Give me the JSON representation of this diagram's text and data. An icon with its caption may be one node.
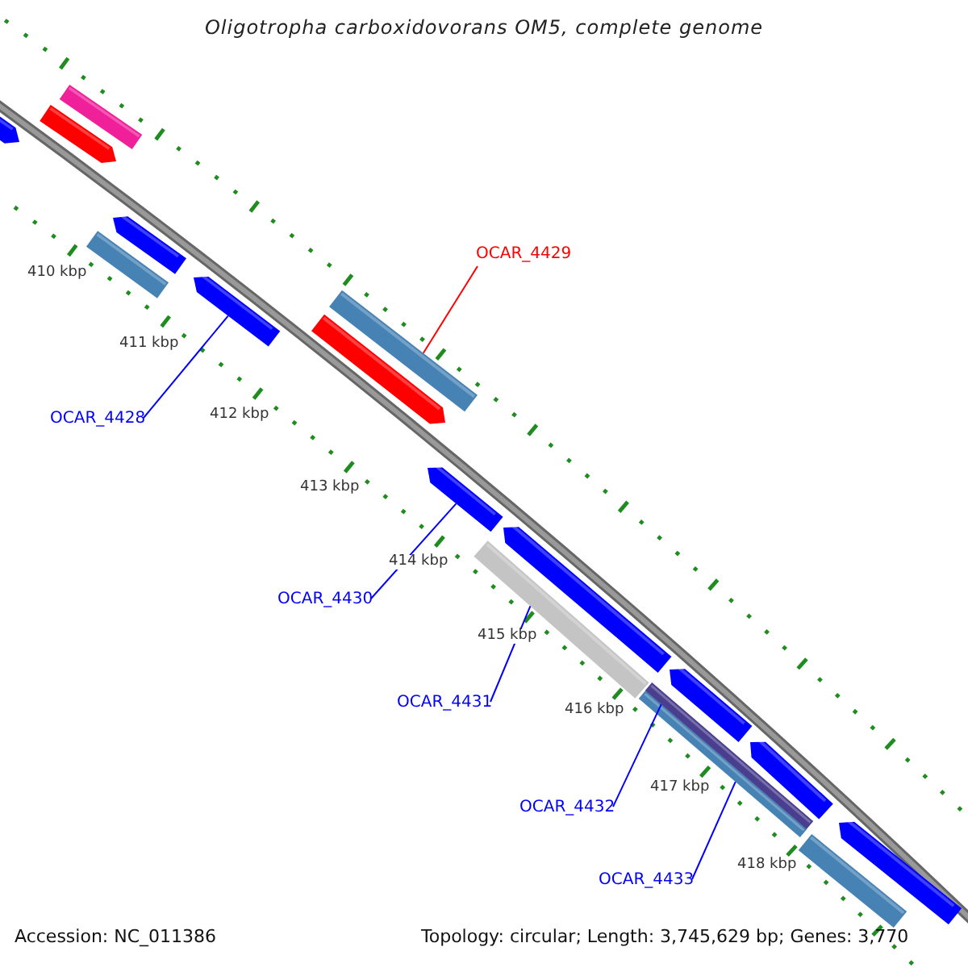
{
  "diagram": {
    "title": "Oligotropha carboxidovorans OM5, complete genome",
    "nodes": [
      {
        "text": [],
        "shape": "bar"
      },
      {
        "text": [],
        "shape": "arrow"
      },
      {
        "text": [],
        "shape": "arrow"
      },
      {
        "text": [],
        "shape": "arrow"
      },
      {
        "text": [],
        "shape": "bar"
      },
      {
        "text": [],
        "shape": "arrow"
      },
      {
        "text": [
          "OCAR_4428"
        ]
      },
      {
        "text": [
          "OCAR_4429"
        ]
      },
      {
        "text": [],
        "shape": "bar"
      },
      {
        "text": [],
        "shape": "arrow"
      },
      {
        "text": [],
        "shape": "arrow"
      },
      {
        "text": [
          "OCAR_4430"
        ]
      },
      {
        "text": [],
        "shape": "arrow"
      },
      {
        "text": [],
        "shape": "bar"
      },
      {
        "text": [
          "OCAR_4431"
        ]
      },
      {
        "text": [],
        "shape": "arrow"
      },
      {
        "text": [],
        "shape": "bar"
      },
      {
        "text": [],
        "shape": "bar"
      },
      {
        "text": [
          "OCAR_4432"
        ]
      },
      {
        "text": [],
        "shape": "arrow"
      },
      {
        "text": [
          "OCAR_4433"
        ]
      },
      {
        "text": [],
        "shape": "arrow"
      },
      {
        "text": [],
        "shape": "bar"
      }
    ],
    "edges": [
      {
        "from": 6,
        "to": 5,
        "arrow": "none"
      },
      {
        "from": 7,
        "to": 8,
        "arrow": "none",
        "color": "#ff0000"
      },
      {
        "from": 11,
        "to": 10,
        "arrow": "none"
      },
      {
        "from": 14,
        "to": 13,
        "arrow": "none"
      },
      {
        "from": 18,
        "to": 16,
        "arrow": "none"
      },
      {
        "from": 20,
        "to": 17,
        "arrow": "none"
      }
    ],
    "labels": [
      "410 kbp",
      "411 kbp",
      "412 kbp",
      "413 kbp",
      "414 kbp",
      "415 kbp",
      "416 kbp",
      "417 kbp",
      "418 kbp",
      "Accession: NC_011386",
      "Topology: circular; Length: 3,745,629 bp; Genes: 3,770"
    ]
  }
}
